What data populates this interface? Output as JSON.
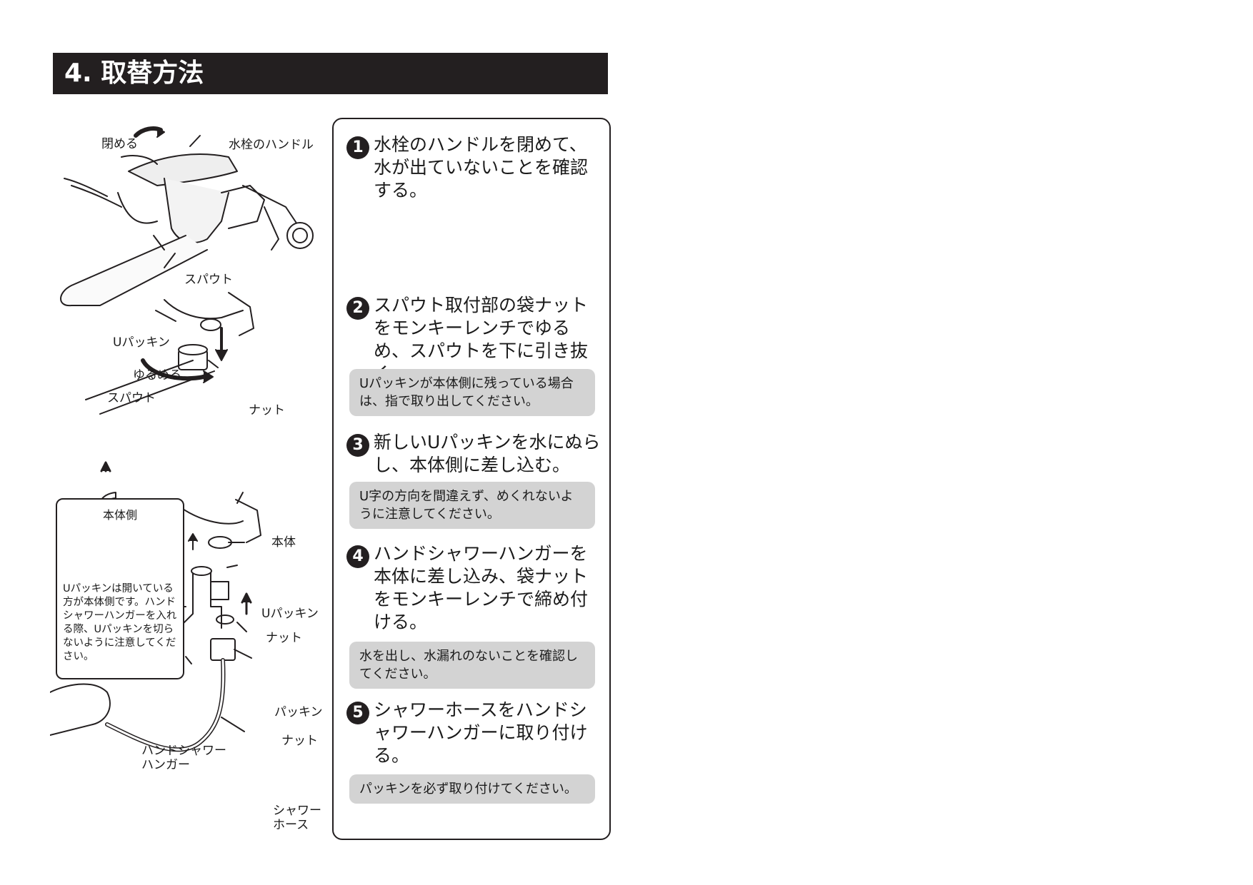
{
  "header": {
    "title": "4. 取替方法"
  },
  "illustration": {
    "labels": {
      "close": "閉める",
      "faucet_handle": "水栓のハンドル",
      "spout1": "スパウト",
      "u_packing1": "Uパッキン",
      "loosen": "ゆるめる",
      "spout2": "スパウト",
      "nut1": "ナット",
      "body": "本体",
      "u_packing2": "Uパッキン",
      "nut2": "ナット",
      "packing": "パッキン",
      "nut3": "ナット",
      "hand_shower_hanger": "ハンドシャワー\nハンガー",
      "shower_hose": "シャワー\nホース"
    },
    "note": {
      "title": "本体側",
      "text": "Uパッキンは開いている方が本体側です。ハンドシャワーハンガーを入れる際、Uパッキンを切らないように注意してください。"
    }
  },
  "steps": [
    {
      "num": "1",
      "text": "水栓のハンドルを閉めて、水が出ていないことを確認する。"
    },
    {
      "num": "2",
      "text": "スパウト取付部の袋ナットをモンキーレンチでゆるめ、スパウトを下に引き抜く。",
      "tip": "Uパッキンが本体側に残っている場合は、指で取り出してください。"
    },
    {
      "num": "3",
      "text": "新しいUパッキンを水にぬらし、本体側に差し込む。",
      "tip": "U字の方向を間違えず、めくれないように注意してください。"
    },
    {
      "num": "4",
      "text": "ハンドシャワーハンガーを本体に差し込み、袋ナットをモンキーレンチで締め付ける。",
      "tip": "水を出し、水漏れのないことを確認してください。"
    },
    {
      "num": "5",
      "text": "シャワーホースをハンドシャワーハンガーに取り付ける。",
      "tip": "パッキンを必ず取り付けてください。"
    }
  ]
}
